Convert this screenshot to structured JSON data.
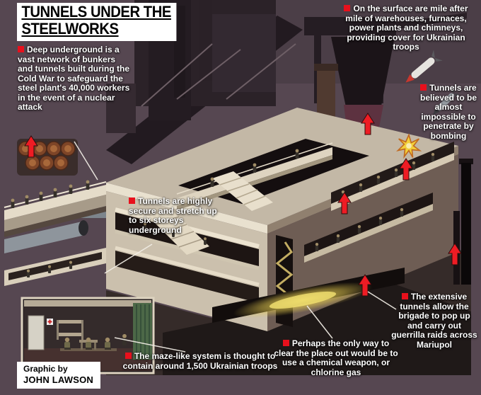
{
  "title": {
    "line1": "TUNNELS UNDER THE",
    "line2": "STEELWORKS"
  },
  "credit": {
    "line1": "Graphic by",
    "line2": "JOHN LAWSON"
  },
  "annotations": [
    {
      "id": "deep-underground",
      "text": "Deep underground is a vast network of bunkers and tunnels built during the Cold War to safeguard the steel plant's 40,000 workers in the event of a nuclear attack"
    },
    {
      "id": "surface-cover",
      "text": "On the surface are mile after mile of warehouses, furnaces, power plants and chimneys, providing cover for Ukrainian troops"
    },
    {
      "id": "bomb-proof",
      "text": "Tunnels are believed to be almost impossible to penetrate by bombing"
    },
    {
      "id": "six-storeys",
      "text": "Tunnels are highly secure and stretch up to six storeys underground"
    },
    {
      "id": "guerrilla-raids",
      "text": "The extensive tunnels allow the brigade to pop up and carry out guerrilla raids across Mariupol"
    },
    {
      "id": "chemical-weapon",
      "text": "Perhaps the only way to clear the place out would be to use a chemical weapon, or chlorine gas"
    },
    {
      "id": "troop-numbers",
      "text": "The maze-like system is thought to contain around 1,500 Ukrainian troops"
    }
  ],
  "icons": {
    "bullet": "red-square-bullet",
    "arrow": "red-up-arrow",
    "explosion": "explosion-burst"
  },
  "colors": {
    "background": "#564751",
    "accent_red": "#e8101c",
    "glow_yellow": "#eeda55",
    "panel_white": "#ffffff",
    "text_white": "#ffffff",
    "structure_cream": "#ddd3bf",
    "structure_brown": "#6e5d54"
  }
}
